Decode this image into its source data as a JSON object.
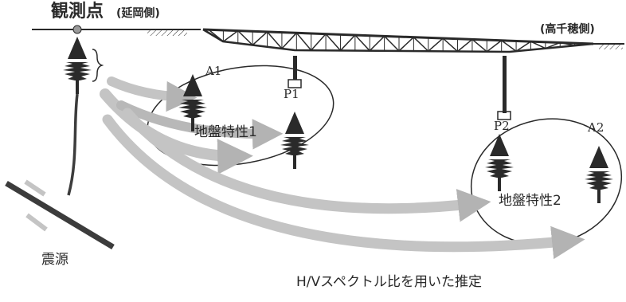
{
  "labels": {
    "observation_point": "観測点",
    "observation_side": "(延岡側)",
    "far_side": "(高千穂側)",
    "abutment_a1": "A1",
    "pier_p1": "P1",
    "pier_p2": "P2",
    "abutment_a2": "A2",
    "ground_char_1": "地盤特性1",
    "ground_char_2": "地盤特性2",
    "source": "震源",
    "estimation": "H/Vスペクトル比を用いた推定"
  },
  "colors": {
    "ink": "#2a2a2a",
    "arrow_light": "#c4c4c4",
    "arrow_dark": "#9a9a9a",
    "fault": "#3c3c3c"
  },
  "icons": [
    "seismic-tree-icon",
    "truss-bridge-icon",
    "fault-icon",
    "wave-arrow-icon"
  ]
}
